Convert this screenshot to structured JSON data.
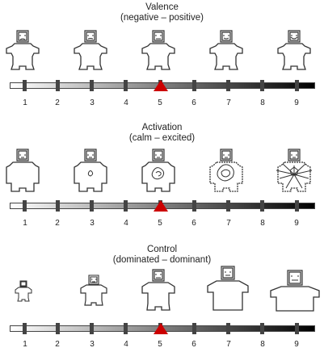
{
  "scales": [
    {
      "id": "valence",
      "title": "Valence",
      "subtitle": "(negative – positive)",
      "selected": 5
    },
    {
      "id": "activation",
      "title": "Activation",
      "subtitle": "(calm – excited)",
      "selected": 5
    },
    {
      "id": "control",
      "title": "Control",
      "subtitle": "(dominated – dominant)",
      "selected": 5
    }
  ],
  "scale_numbers": [
    "1",
    "2",
    "3",
    "4",
    "5",
    "6",
    "7",
    "8",
    "9"
  ],
  "marker_color": "#cc0000",
  "gradient": {
    "from": "#ffffff",
    "to": "#000000"
  }
}
